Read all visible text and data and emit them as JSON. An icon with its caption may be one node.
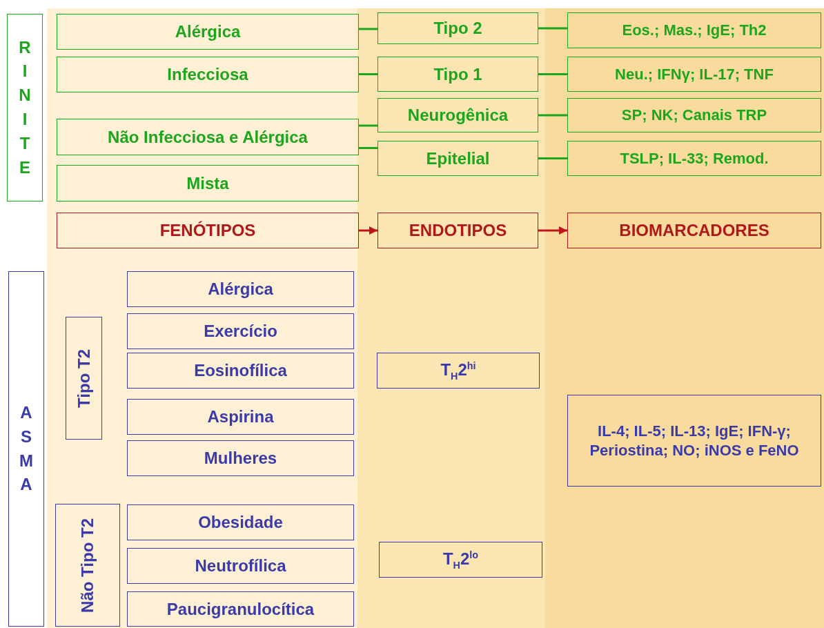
{
  "diagram": {
    "nodes": [
      {
        "text": [
          "RINITE"
        ]
      },
      {
        "text": [
          "Alérgica"
        ]
      },
      {
        "text": [
          "Tipo 2"
        ]
      },
      {
        "text": [
          "Eos.; Mas.; IgE; Th2"
        ]
      },
      {
        "text": [
          "Infecciosa"
        ]
      },
      {
        "text": [
          "Tipo 1"
        ]
      },
      {
        "text": [
          "Neu.; IFNγ; IL-17; TNF"
        ]
      },
      {
        "text": [
          "Neurogênica"
        ]
      },
      {
        "text": [
          "SP; NK; Canais TRP"
        ]
      },
      {
        "text": [
          "Não Infecciosa e Alérgica"
        ]
      },
      {
        "text": [
          "Epitelial"
        ]
      },
      {
        "text": [
          "TSLP; IL-33; Remod."
        ]
      },
      {
        "text": [
          "Mista"
        ]
      },
      {
        "text": [
          "FENÓTIPOS"
        ]
      },
      {
        "text": [
          "ENDOTIPOS"
        ]
      },
      {
        "text": [
          "BIOMARCADORES"
        ]
      },
      {
        "text": [
          "ASMA"
        ]
      },
      {
        "text": [
          "Alérgica"
        ]
      },
      {
        "text": [
          "Tipo T2"
        ]
      },
      {
        "text": [
          "Exercício"
        ]
      },
      {
        "text": [
          "Eosinofílica"
        ]
      },
      {
        "text": [
          "T$_{H}$2$^{hi}$"
        ]
      },
      {
        "text": [
          "Aspirina"
        ]
      },
      {
        "text": [
          "IL-4; IL-5; IL-13; IgE; IFN-γ; Periostina; NO; iNOS e FeNO"
        ]
      },
      {
        "text": [
          "Mulheres"
        ]
      },
      {
        "text": [
          "Não Tipo T2"
        ]
      },
      {
        "text": [
          "Obesidade"
        ]
      },
      {
        "text": [
          "Neutrofílica"
        ]
      },
      {
        "text": [
          "T$_{H}$2$^{lo}$"
        ]
      },
      {
        "text": [
          "Paucigranulocítica"
        ]
      }
    ],
    "edges": [
      {
        "from": 1,
        "to": 2,
        "arrow": "none"
      },
      {
        "from": 2,
        "to": 3,
        "arrow": "none"
      },
      {
        "from": 4,
        "to": 5,
        "arrow": "none"
      },
      {
        "from": 5,
        "to": 6,
        "arrow": "none"
      },
      {
        "from": 9,
        "to": 7,
        "arrow": "none"
      },
      {
        "from": 9,
        "to": 10,
        "arrow": "none"
      },
      {
        "from": 7,
        "to": 8,
        "arrow": "none"
      },
      {
        "from": 10,
        "to": 11,
        "arrow": "none"
      },
      {
        "from": 13,
        "to": 14,
        "arrow": "to",
        "color": "#c0161a"
      },
      {
        "from": 14,
        "to": 15,
        "arrow": "to",
        "color": "#c0161a"
      }
    ]
  }
}
